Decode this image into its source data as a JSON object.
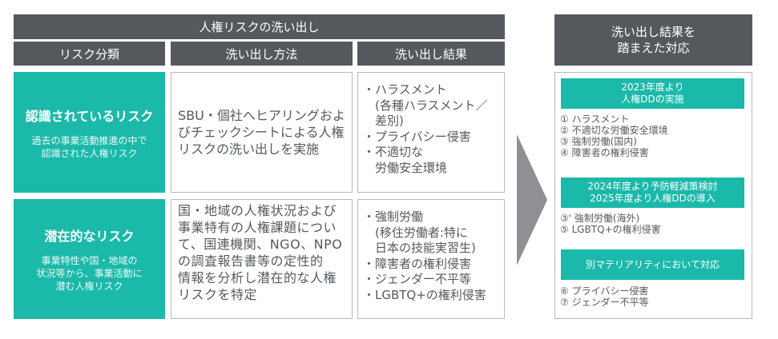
{
  "title": "人権リスクの洗い出し",
  "columns": [
    "リスク分類",
    "洗い出し方法",
    "洗い出し結果"
  ],
  "rows": [
    {
      "category_title": "認識されているリスク",
      "category_desc": [
        "過去の事業活動推進の中で",
        "認識された人権リスク"
      ],
      "method_lines": [
        "SBU・個社へヒアリングおよ",
        "びチェックシートによる人権",
        "リスクの洗い出しを実施"
      ],
      "results_lines": [
        "・ハラスメント",
        "　(各種ハラスメント／",
        "　差別)",
        "・プライバシー侵害",
        "・不適切な",
        "　労働安全環境"
      ]
    },
    {
      "category_title": "潜在的なリスク",
      "category_desc": [
        "事業特性や国・地域の",
        "状況等から、事業活動に",
        "潜む人権リスク"
      ],
      "method_lines": [
        "国・地域の人権状況および",
        "事業特有の人権課題につい",
        "て、国連機関、NGO、NPO",
        "の調査報告書等の定性的",
        "情報を分析し潜在的な人権",
        "リスクを特定"
      ],
      "results_lines": [
        "・強制労働",
        "　(移住労働者:特に",
        "　日本の技能実習生)",
        "・障害者の権利侵害",
        "・ジェンダー不平等",
        "・LGBTQ+の権利侵害"
      ]
    }
  ],
  "arrow_icon": "right-chevron-arrow",
  "response": {
    "header_lines": [
      "洗い出し結果を",
      "踏まえた対応"
    ],
    "groups": [
      {
        "label_lines": [
          "2023年度より",
          "人権DDの実施"
        ],
        "items": [
          "① ハラスメント",
          "② 不適切な労働安全環境",
          "③ 強制労働(国内)",
          "④ 障害者の権利侵害"
        ]
      },
      {
        "label_lines": [
          "2024年度より予防軽減策検討",
          "2025年度より人権DDの導入"
        ],
        "items": [
          "③' 強制労働(海外)",
          "⑤  LGBTQ+の権利侵害"
        ]
      },
      {
        "label_lines": [
          "別マテリアリティにおいて対応"
        ],
        "items": [
          "⑥ プライバシー侵害",
          "⑦ ジェンダー不平等"
        ]
      }
    ]
  },
  "colors": {
    "header_gray": "#55585c",
    "teal": "#1bb9a9",
    "border": "#b7b9bb",
    "arrow": "#8e9094",
    "text": "#555a5e"
  }
}
